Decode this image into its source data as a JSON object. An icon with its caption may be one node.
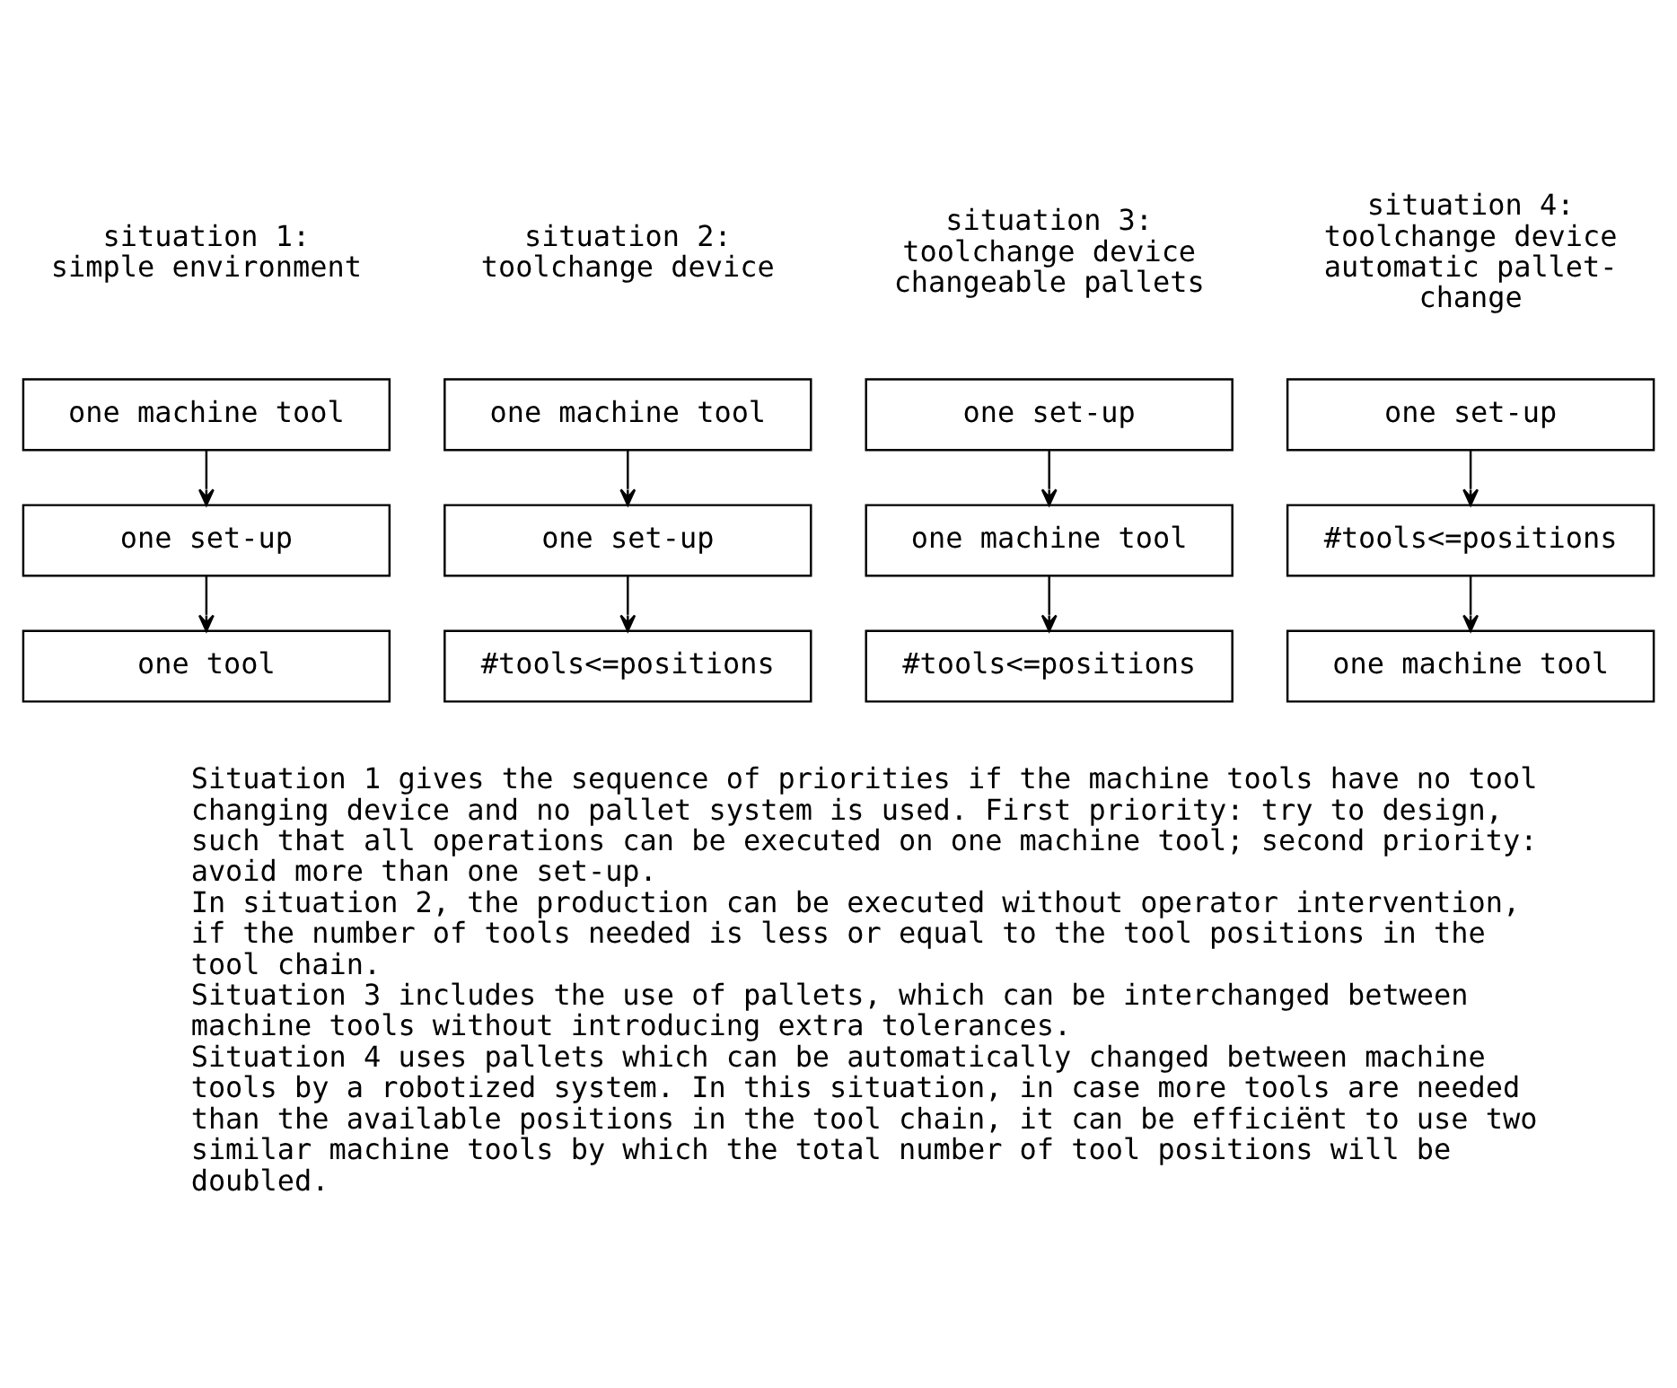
{
  "diagram": {
    "nodes": [
      {
        "text": [
          "one machine tool"
        ]
      },
      {
        "text": [
          "one machine tool"
        ]
      },
      {
        "text": [
          "one set-up"
        ]
      },
      {
        "text": [
          "one set-up"
        ]
      },
      {
        "text": [
          "one set-up"
        ]
      },
      {
        "text": [
          "one set-up"
        ]
      },
      {
        "text": [
          "one machine tool"
        ]
      },
      {
        "text": [
          "#tools<=positions"
        ]
      },
      {
        "text": [
          "one tool"
        ]
      },
      {
        "text": [
          "#tools<=positions"
        ]
      },
      {
        "text": [
          "#tools<=positions"
        ]
      },
      {
        "text": [
          "one machine tool"
        ]
      }
    ],
    "edges": [
      {
        "from": 0,
        "to": 4,
        "arrow": "to"
      },
      {
        "from": 4,
        "to": 8,
        "arrow": "to"
      },
      {
        "from": 1,
        "to": 5,
        "arrow": "to"
      },
      {
        "from": 5,
        "to": 9,
        "arrow": "to"
      },
      {
        "from": 2,
        "to": 6,
        "arrow": "to"
      },
      {
        "from": 6,
        "to": 10,
        "arrow": "to"
      },
      {
        "from": 3,
        "to": 7,
        "arrow": "to"
      },
      {
        "from": 7,
        "to": 11,
        "arrow": "to"
      }
    ],
    "labels": [
      "situation 1: simple environment",
      "situation 2: toolchange device",
      "situation 3: toolchange device changeable pallets",
      "situation 4: toolchange device automatic pallet-change",
      "Situation 1 gives the sequence of priorities if the machine tools have no tool changing device and no pallet system is used. First priority: try to design, such that all operations can be executed on one machine tool; second priority: avoid more than one set-up.",
      "In situation 2, the production can be executed without operator intervention, if the number of tools needed is less or equal to the tool positions in the tool chain.",
      "Situation 3 includes the use of pallets, which can be interchanged between machine tools without introducing extra tolerances.",
      "Situation 4 uses pallets which can be automatically changed between machine tools by a robotized system. In this situation, in case more tools are needed than the available positions in the tool chain, it can be efficiënt to use two similar machine tools by which the total number of tool positions will be doubled."
    ]
  }
}
